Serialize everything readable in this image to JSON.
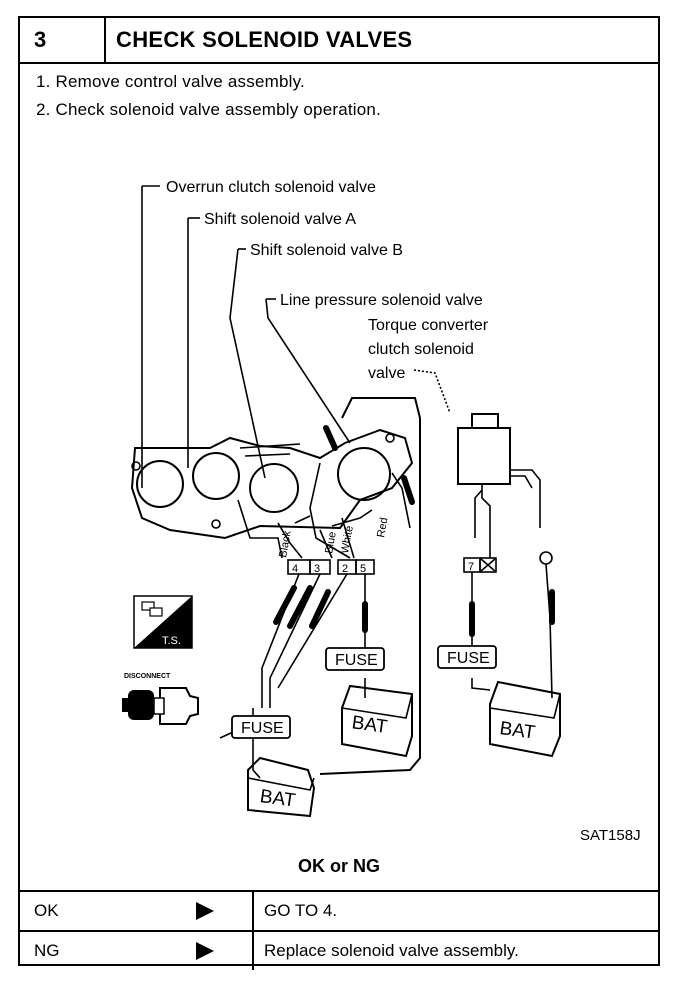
{
  "header": {
    "step_number": "3",
    "title": "CHECK SOLENOID VALVES"
  },
  "steps": [
    "1.  Remove control valve assembly.",
    "2.  Check solenoid valve assembly operation."
  ],
  "diagram": {
    "labels": {
      "overrun": "Overrun clutch solenoid valve",
      "shift_a": "Shift solenoid valve A",
      "shift_b": "Shift solenoid valve B",
      "line_pressure": "Line pressure solenoid valve",
      "torque_1": "Torque converter",
      "torque_2": "clutch solenoid",
      "torque_3": "valve"
    },
    "wire_colors": [
      "Black",
      "Blue",
      "White",
      "Red"
    ],
    "terminals": [
      "4",
      "3",
      "2",
      "5",
      "7"
    ],
    "fuse_label": "FUSE",
    "bat_label": "BAT",
    "ts_label": "T.S.",
    "disconnect_label": "DISCONNECT",
    "figure_code": "SAT158J"
  },
  "result_heading": "OK or NG",
  "results": [
    {
      "label": "OK",
      "action": "GO TO 4."
    },
    {
      "label": "NG",
      "action": "Replace solenoid valve assembly."
    }
  ]
}
